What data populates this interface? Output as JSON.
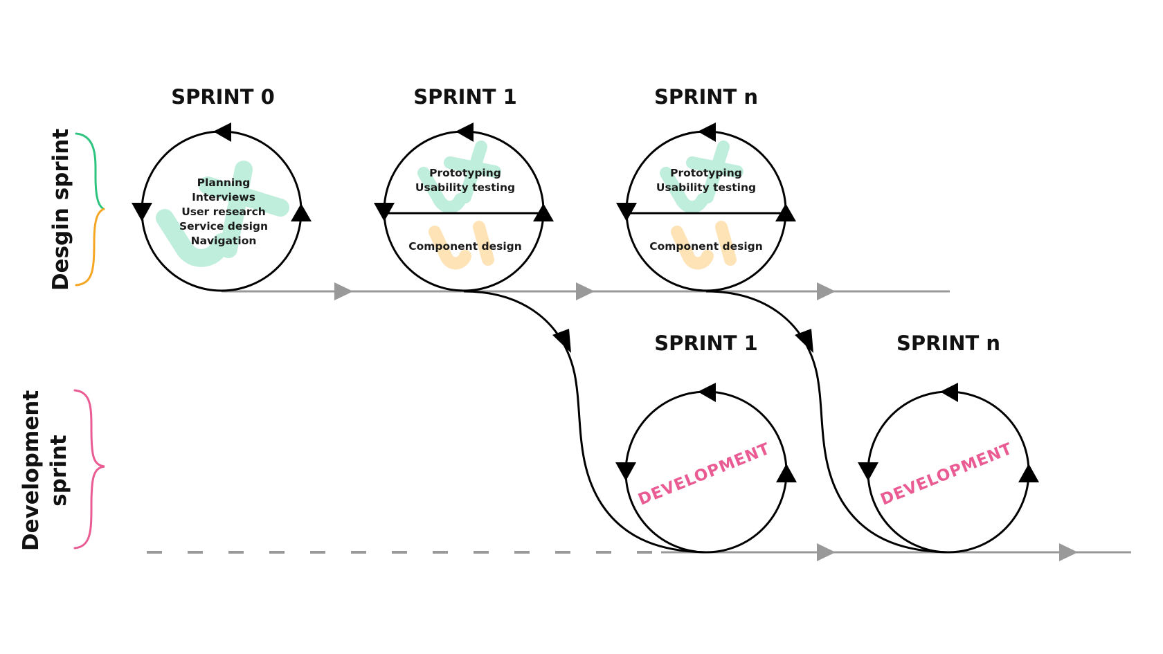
{
  "side_labels": {
    "design": "Desgin sprint",
    "development_line1": "Development",
    "development_line2": "sprint"
  },
  "colors": {
    "design_brace_top": "#2dc47f",
    "design_brace_bottom": "#f5a623",
    "dev_brace": "#e95b92",
    "ux_watermark": "#bfeedd",
    "ui_watermark": "#fde3b5",
    "development_text": "#e95b92",
    "timeline": "#999999",
    "cycle_stroke": "#000000"
  },
  "design_sprints": [
    {
      "title": "SPRINT 0",
      "watermark": "UX",
      "lines": [
        "Planning",
        "Interviews",
        "User research",
        "Service design",
        "Navigation"
      ]
    },
    {
      "title": "SPRINT 1",
      "watermark_top": "UX",
      "watermark_bottom": "UI",
      "top_lines": [
        "Prototyping",
        "Usability testing"
      ],
      "bottom_lines": [
        "Component design"
      ]
    },
    {
      "title": "SPRINT n",
      "watermark_top": "UX",
      "watermark_bottom": "UI",
      "top_lines": [
        "Prototyping",
        "Usability testing"
      ],
      "bottom_lines": [
        "Component design"
      ]
    }
  ],
  "development_sprints": [
    {
      "title": "SPRINT 1",
      "label": "DEVELOPMENT"
    },
    {
      "title": "SPRINT n",
      "label": "DEVELOPMENT"
    }
  ]
}
